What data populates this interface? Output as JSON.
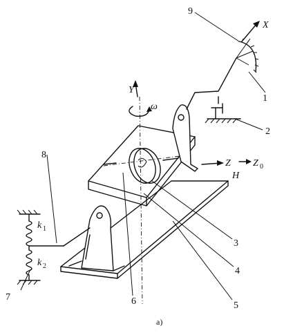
{
  "labels": {
    "n1": "1",
    "n2": "2",
    "n3": "3",
    "n4": "4",
    "n5": "5",
    "n6": "6",
    "n7": "7",
    "n8": "8",
    "n9": "9",
    "X": "X",
    "Y": "Y",
    "Z": "Z",
    "H": "H",
    "Z0": "Z",
    "Z0_sub": "0",
    "omega": "ω",
    "k1": "k",
    "k1_sub": "1",
    "k2": "k",
    "k2_sub": "2",
    "caption": "a)"
  }
}
